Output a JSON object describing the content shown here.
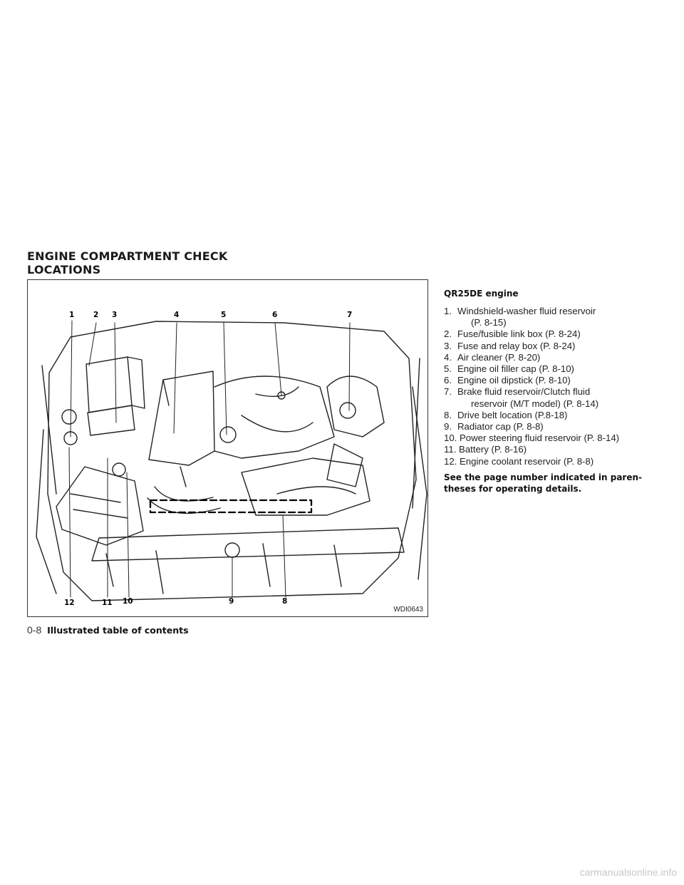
{
  "section": {
    "title_line1": "ENGINE COMPARTMENT CHECK",
    "title_line2": "LOCATIONS"
  },
  "figure": {
    "code": "WDI0643",
    "top_callouts": [
      "1",
      "2",
      "3",
      "4",
      "5",
      "6",
      "7"
    ],
    "bottom_callouts": [
      "12",
      "11",
      "10",
      "9",
      "8"
    ]
  },
  "legend": {
    "heading": "QR25DE engine",
    "items": [
      {
        "num": "1.",
        "text": "Windshield-washer fluid reservoir",
        "cont": "(P. 8-15)"
      },
      {
        "num": "2.",
        "text": "Fuse/fusible link box (P. 8-24)"
      },
      {
        "num": "3.",
        "text": "Fuse and relay box (P. 8-24)"
      },
      {
        "num": "4.",
        "text": "Air cleaner (P. 8-20)"
      },
      {
        "num": "5.",
        "text": "Engine oil filler cap (P. 8-10)"
      },
      {
        "num": "6.",
        "text": "Engine oil dipstick (P. 8-10)"
      },
      {
        "num": "7.",
        "text": "Brake fluid reservoir/Clutch fluid",
        "cont": "reservoir (M/T model) (P. 8-14)"
      },
      {
        "num": "8.",
        "text": "Drive belt location (P.8-18)"
      },
      {
        "num": "9.",
        "text": "Radiator cap (P. 8-8)"
      },
      {
        "num": "10.",
        "text": "Power steering fluid reservoir (P. 8-14)"
      },
      {
        "num": "11.",
        "text": "Battery (P. 8-16)"
      },
      {
        "num": "12.",
        "text": "Engine coolant reservoir (P. 8-8)"
      }
    ],
    "note": "See the page number indicated in paren-theses for operating details."
  },
  "footer": {
    "page_number": "0-8",
    "chapter": "Illustrated table of contents"
  },
  "watermark": "carmanualsonline.info"
}
